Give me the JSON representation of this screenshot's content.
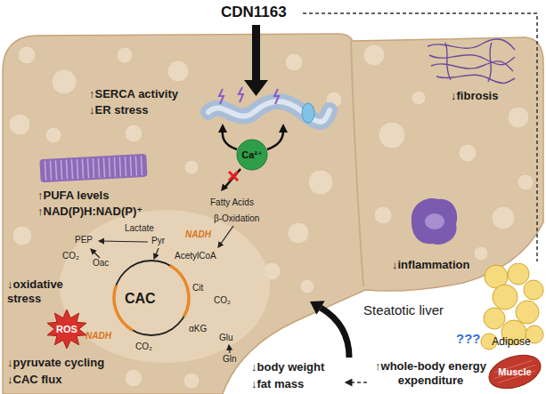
{
  "diagram": {
    "nodes": [
      {
        "text": [
          "Ca²⁺"
        ]
      },
      {
        "text": [
          "Adipose"
        ]
      },
      {
        "text": [
          "ROS"
        ]
      },
      {
        "text": [
          "Muscle"
        ]
      }
    ],
    "labels": [
      "CDN1163",
      "↑SERCA activity",
      "↓ER stress",
      "↓fibrosis",
      "↑PUFA levels",
      "↑NAD(P)H:NAD(P)⁺",
      "Fatty Acids",
      "β-Oxidation",
      "Lactate",
      "PEP",
      "Pyr",
      "NADH",
      "AcetylCoA",
      "CO₂",
      "Oac",
      "↓inflammation",
      "↓oxidative stress",
      "CAC",
      "Cit",
      "CO₂",
      "Steatotic liver",
      "αKG",
      "NADH",
      "Glu",
      "???",
      "CO₂",
      "Gln",
      "↓pyruvate cycling",
      "↑whole-body energy expenditure",
      "↓body weight",
      "↓CAC flux",
      "↓fat mass"
    ]
  }
}
